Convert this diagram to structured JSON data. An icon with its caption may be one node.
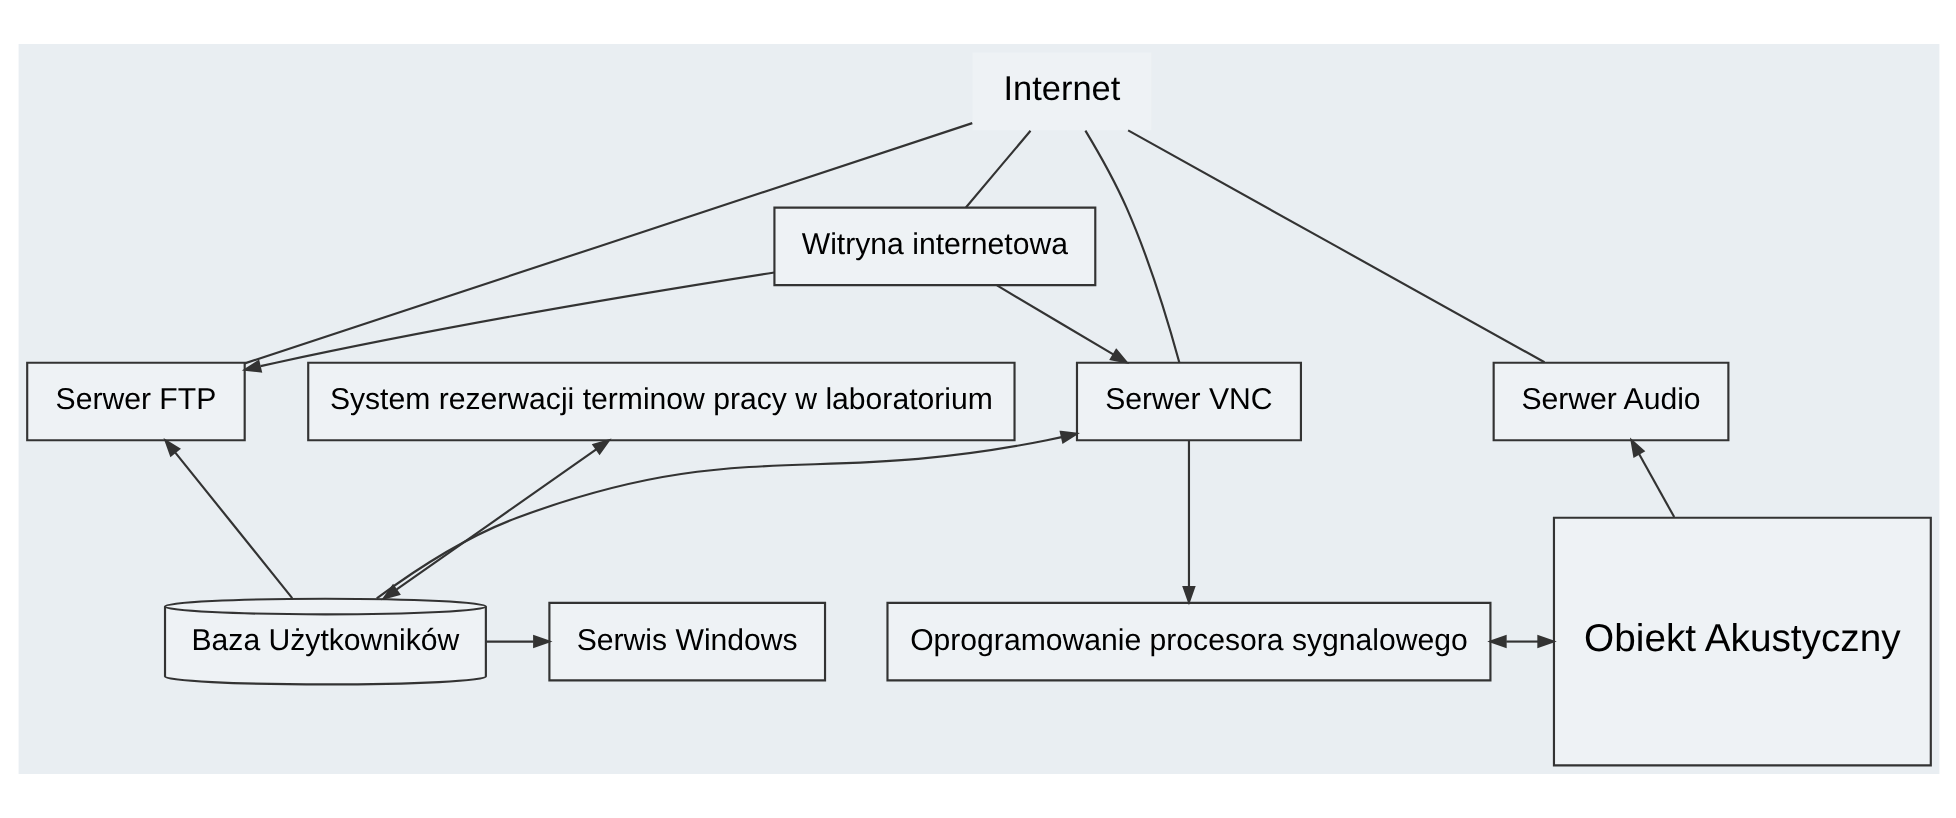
{
  "diagram": {
    "nodes": [
      {
        "text": [
          "Internet"
        ]
      },
      {
        "text": [
          "Serwer FTP"
        ]
      },
      {
        "text": [
          "Witryna internetowa"
        ]
      },
      {
        "text": [
          "System rezerwacji terminow pracy w laboratorium"
        ]
      },
      {
        "text": [
          "Serwer VNC"
        ]
      },
      {
        "text": [
          "Serwer Audio"
        ]
      },
      {
        "text": [
          "Obiekt Akustyczny"
        ]
      },
      {
        "text": [
          "Baza Użytkowników"
        ]
      },
      {
        "text": [
          "Serwis Windows"
        ]
      },
      {
        "text": [
          "Oprogramowanie procesora sygnalowego"
        ]
      }
    ],
    "edges": [
      {
        "from": 0,
        "to": 1,
        "arrow": "none"
      },
      {
        "from": 0,
        "to": 2,
        "arrow": "none"
      },
      {
        "from": 0,
        "to": 4,
        "arrow": "none"
      },
      {
        "from": 0,
        "to": 5,
        "arrow": "none"
      },
      {
        "from": 2,
        "to": 1,
        "arrow": "to"
      },
      {
        "from": 2,
        "to": 4,
        "arrow": "to"
      },
      {
        "from": 7,
        "to": 1,
        "arrow": "to"
      },
      {
        "from": 3,
        "to": 7,
        "arrow": "both"
      },
      {
        "from": 7,
        "to": 8,
        "arrow": "to"
      },
      {
        "from": 7,
        "to": 4,
        "arrow": "to"
      },
      {
        "from": 4,
        "to": 9,
        "arrow": "to"
      },
      {
        "from": 9,
        "to": 6,
        "arrow": "both"
      },
      {
        "from": 6,
        "to": 5,
        "arrow": "to"
      }
    ]
  }
}
